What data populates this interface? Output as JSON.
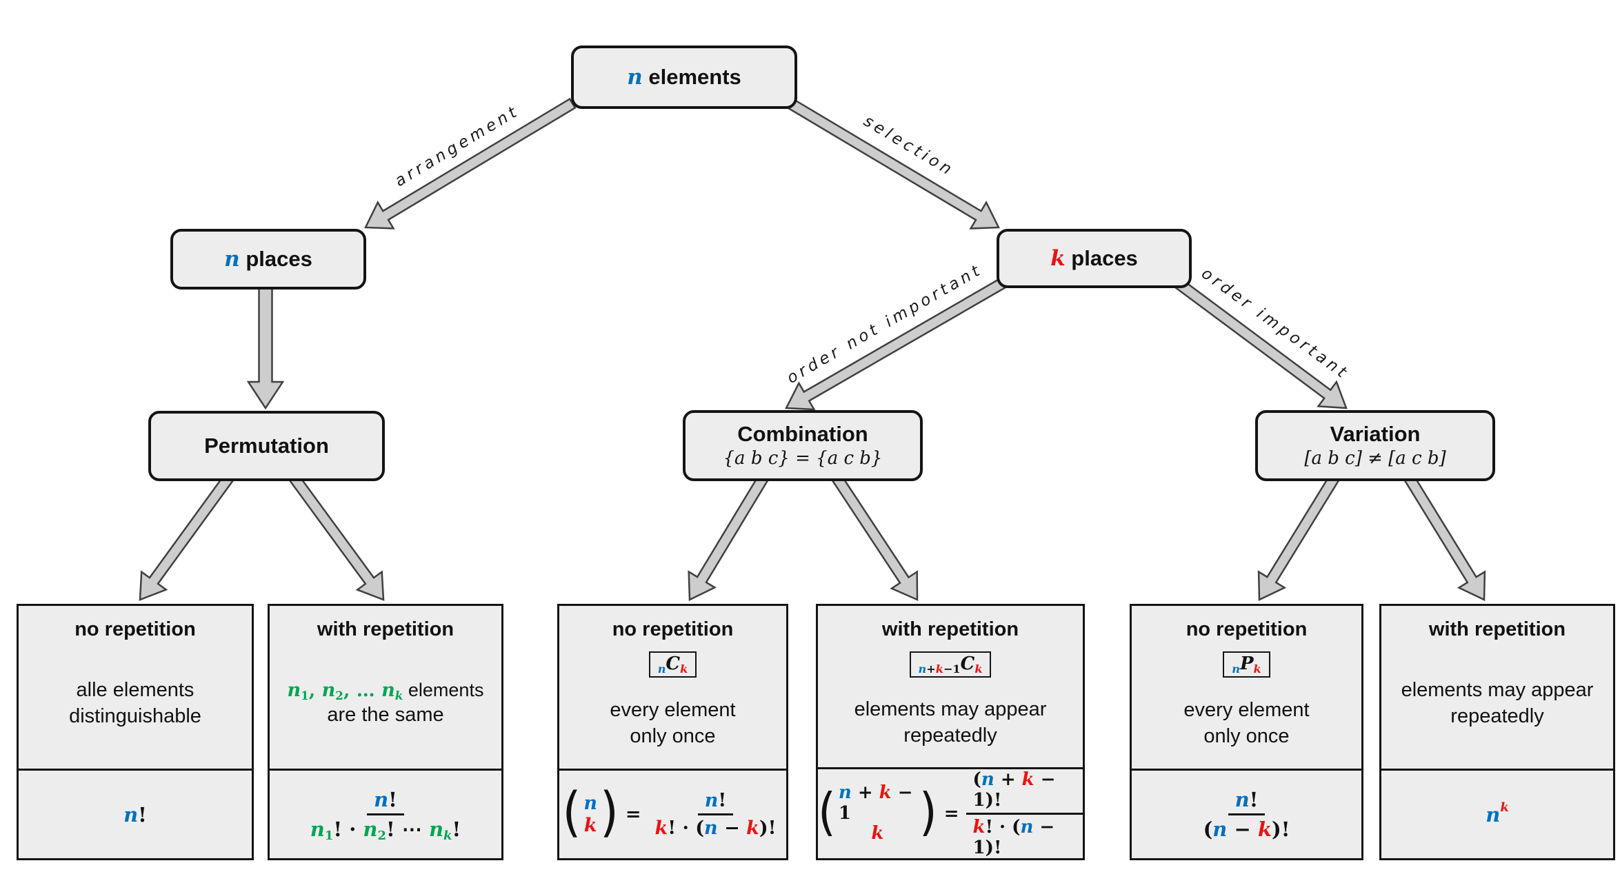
{
  "colors": {
    "blue": "#0070C0",
    "red": "#EE1111",
    "green": "#00A651",
    "box_fill": "#EDEDED",
    "border": "#141414",
    "arrow_fill": "#CDCDCD",
    "arrow_stroke": "#404040"
  },
  "glyphs": {
    "open_paren": "(",
    "close_paren": ")",
    "equals": "="
  },
  "nodes": {
    "elements": {
      "tokens": [
        {
          "t": "n",
          "c": "blue",
          "s": "i"
        },
        {
          "t": " elements",
          "c": "txt"
        }
      ]
    },
    "n_places": {
      "tokens": [
        {
          "t": "n",
          "c": "blue",
          "s": "i"
        },
        {
          "t": " places",
          "c": "txt"
        }
      ]
    },
    "k_places": {
      "tokens": [
        {
          "t": "k",
          "c": "red",
          "s": "i"
        },
        {
          "t": " places",
          "c": "txt"
        }
      ]
    },
    "permutation": {
      "title": "Permutation"
    },
    "combination": {
      "title": "Combination",
      "subtitle": "{a b c} = {a c b}"
    },
    "variation": {
      "title": "Variation",
      "subtitle": "[a b c] ≠ [a c b]"
    }
  },
  "edges": {
    "arrangement": "arrangement",
    "selection": "selection",
    "order_not_important": "order not important",
    "order_important": "order important"
  },
  "leaves": [
    {
      "header": "no repetition",
      "desc": [
        "alle elements",
        "distinguishable"
      ],
      "formula": [
        {
          "t": "n",
          "c": "blue",
          "s": "i"
        },
        {
          "t": "!"
        }
      ]
    },
    {
      "header": "with repetition",
      "desc_line1_tokens": [
        {
          "t": "n",
          "c": "green",
          "s": "i"
        },
        {
          "t": "1",
          "c": "green",
          "v": "sub"
        },
        {
          "t": ", ",
          "c": "green"
        },
        {
          "t": "n",
          "c": "green",
          "s": "i"
        },
        {
          "t": "2",
          "c": "green",
          "v": "sub"
        },
        {
          "t": ", … ",
          "c": "green"
        },
        {
          "t": "n",
          "c": "green",
          "s": "i"
        },
        {
          "t": "k",
          "c": "green",
          "s": "i",
          "v": "sub"
        },
        {
          "t": " elements",
          "c": "txt"
        }
      ],
      "desc_line2": "are the same",
      "frac": {
        "num": [
          {
            "t": "n",
            "c": "blue",
            "s": "i"
          },
          {
            "t": "!"
          }
        ],
        "den": [
          {
            "t": "n",
            "c": "green",
            "s": "i"
          },
          {
            "t": "1",
            "c": "green",
            "v": "sub"
          },
          {
            "t": "!"
          },
          {
            "t": " · "
          },
          {
            "t": "n",
            "c": "green",
            "s": "i"
          },
          {
            "t": "2",
            "c": "green",
            "v": "sub"
          },
          {
            "t": "!"
          },
          {
            "t": " ⋯ "
          },
          {
            "t": "n",
            "c": "green",
            "s": "i"
          },
          {
            "t": "k",
            "c": "green",
            "s": "i",
            "v": "sub"
          },
          {
            "t": "!"
          }
        ]
      }
    },
    {
      "header": "no repetition",
      "badge": [
        {
          "t": "n",
          "c": "blue",
          "s": "i",
          "v": "sub"
        },
        {
          "t": "C",
          "s": "i"
        },
        {
          "t": "k",
          "c": "red",
          "s": "i",
          "v": "sub"
        }
      ],
      "desc": [
        "every element",
        "only once"
      ],
      "binom": {
        "top": [
          {
            "t": "n",
            "c": "blue",
            "s": "i"
          }
        ],
        "bottom": [
          {
            "t": "k",
            "c": "red",
            "s": "i"
          }
        ]
      },
      "frac": {
        "num": [
          {
            "t": "n",
            "c": "blue",
            "s": "i"
          },
          {
            "t": "!"
          }
        ],
        "den": [
          {
            "t": "k",
            "c": "red",
            "s": "i"
          },
          {
            "t": "! · ("
          },
          {
            "t": "n",
            "c": "blue",
            "s": "i"
          },
          {
            "t": " − "
          },
          {
            "t": "k",
            "c": "red",
            "s": "i"
          },
          {
            "t": ")!"
          }
        ]
      }
    },
    {
      "header": "with repetition",
      "badge": [
        {
          "t": "n",
          "c": "blue",
          "s": "i",
          "v": "sub"
        },
        {
          "t": "+",
          "v": "sub"
        },
        {
          "t": "k",
          "c": "red",
          "s": "i",
          "v": "sub"
        },
        {
          "t": "−1",
          "v": "sub"
        },
        {
          "t": "C",
          "s": "i"
        },
        {
          "t": "k",
          "c": "red",
          "s": "i",
          "v": "sub"
        }
      ],
      "desc": [
        "elements may appear",
        "repeatedly"
      ],
      "binom": {
        "top": [
          {
            "t": "n",
            "c": "blue",
            "s": "i"
          },
          {
            "t": " + "
          },
          {
            "t": "k",
            "c": "red",
            "s": "i"
          },
          {
            "t": " − 1"
          }
        ],
        "bottom": [
          {
            "t": "k",
            "c": "red",
            "s": "i"
          }
        ]
      },
      "frac": {
        "num": [
          {
            "t": "("
          },
          {
            "t": "n",
            "c": "blue",
            "s": "i"
          },
          {
            "t": " + "
          },
          {
            "t": "k",
            "c": "red",
            "s": "i"
          },
          {
            "t": " − 1)!"
          }
        ],
        "den": [
          {
            "t": "k",
            "c": "red",
            "s": "i"
          },
          {
            "t": "! · ("
          },
          {
            "t": "n",
            "c": "blue",
            "s": "i"
          },
          {
            "t": " − 1)!"
          }
        ]
      }
    },
    {
      "header": "no repetition",
      "badge": [
        {
          "t": "n",
          "c": "blue",
          "s": "i",
          "v": "sub"
        },
        {
          "t": "P",
          "s": "i"
        },
        {
          "t": "k",
          "c": "red",
          "s": "i",
          "v": "sub"
        }
      ],
      "desc": [
        "every element",
        "only once"
      ],
      "frac": {
        "num": [
          {
            "t": "n",
            "c": "blue",
            "s": "i"
          },
          {
            "t": "!"
          }
        ],
        "den": [
          {
            "t": "("
          },
          {
            "t": "n",
            "c": "blue",
            "s": "i"
          },
          {
            "t": " − "
          },
          {
            "t": "k",
            "c": "red",
            "s": "i"
          },
          {
            "t": ")!"
          }
        ]
      }
    },
    {
      "header": "with repetition",
      "desc": [
        "elements may appear",
        "repeatedly"
      ],
      "formula": [
        {
          "t": "n",
          "c": "blue",
          "s": "i"
        },
        {
          "t": "k",
          "c": "red",
          "s": "i",
          "v": "sup"
        }
      ]
    }
  ]
}
